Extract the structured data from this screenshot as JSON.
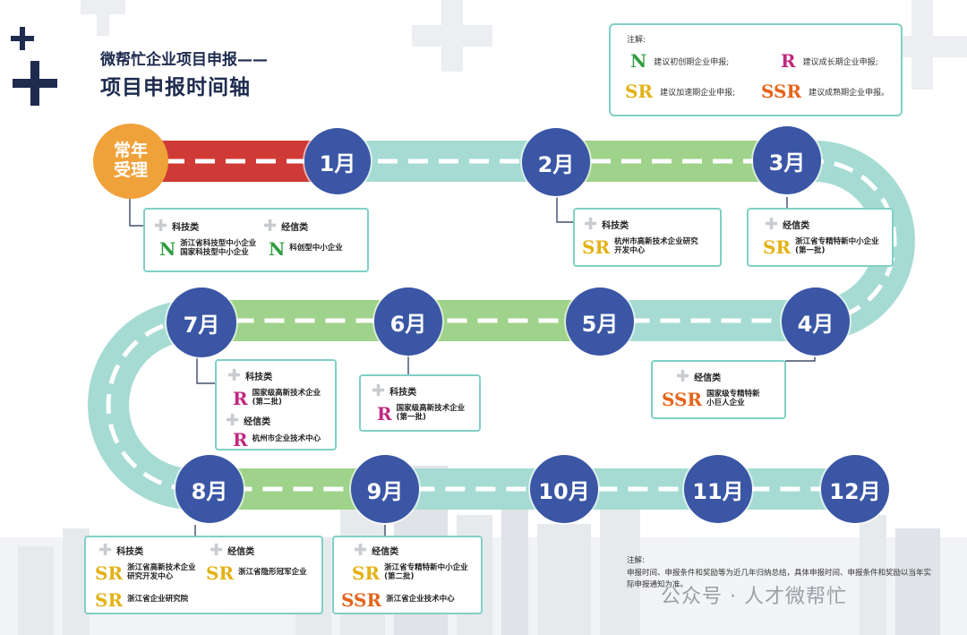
{
  "title": {
    "line1": "微帮忙企业项目申报——",
    "line2": "项目申报时间轴"
  },
  "legend": {
    "header": "注解:",
    "items": [
      {
        "code": "N",
        "text": "建议初创期企业申报;",
        "color": "#2e9e3f"
      },
      {
        "code": "R",
        "text": "建议成长期企业申报;",
        "color": "#c0287f"
      },
      {
        "code": "SR",
        "text": "建议加速期企业申报;",
        "color": "#e3b214"
      },
      {
        "code": "SSR",
        "text": "建议成熟期企业申报。",
        "color": "#e5641a"
      }
    ]
  },
  "start_node": {
    "line1": "常年",
    "line2": "受理"
  },
  "months": [
    "1月",
    "2月",
    "3月",
    "4月",
    "5月",
    "6月",
    "7月",
    "8月",
    "9月",
    "10月",
    "11月",
    "12月"
  ],
  "boxes": {
    "annual": {
      "cat1": "科技类",
      "cat2": "经信类",
      "e1_code": "N",
      "e1_text": "浙江省科技型中小企业\n国家科技型中小企业",
      "e2_code": "N",
      "e2_text": "科创型中小企业"
    },
    "feb": {
      "cat": "科技类",
      "code": "SR",
      "text": "杭州市高新技术企业研究\n开发中心"
    },
    "mar": {
      "cat": "经信类",
      "code": "SR",
      "text": "浙江省专精特新中小企业\n(第一批)"
    },
    "apr": {
      "cat": "经信类",
      "code": "SSR",
      "text": "国家级专精特新\n小巨人企业"
    },
    "jun": {
      "cat": "科技类",
      "code": "R",
      "text": "国家级高新技术企业\n(第一批)"
    },
    "jul": {
      "cat1": "科技类",
      "code1": "R",
      "text1": "国家级高新技术企业\n(第二批)",
      "cat2": "经信类",
      "code2": "R",
      "text2": "杭州市企业技术中心"
    },
    "aug": {
      "cat1": "科技类",
      "cat2": "经信类",
      "code1": "SR",
      "text1": "浙江省高新技术企业\n研究开发中心",
      "code2": "SR",
      "text2": "浙江省隐形冠军企业",
      "code3": "SR",
      "text3": "浙江省企业研究院"
    },
    "sep": {
      "cat": "经信类",
      "code1": "SR",
      "text1": "浙江省专精特新中小企业\n(第二批)",
      "code2": "SSR",
      "text2": "浙江省企业技术中心"
    }
  },
  "note": {
    "header": "注解:",
    "text": "申报时间、申报条件和奖励等为近几年归纳总结，具体申报时间、申报条件和奖励以当年实际申报通知为准。"
  },
  "watermark": "公众号 · 人才微帮忙",
  "colors": {
    "road_teal": "#a6dbd3",
    "road_green": "#9fd28a",
    "road_red": "#cf3a36",
    "month_circle": "#3a56a5",
    "start_circle": "#f0a23a",
    "title": "#1e2b4f"
  }
}
